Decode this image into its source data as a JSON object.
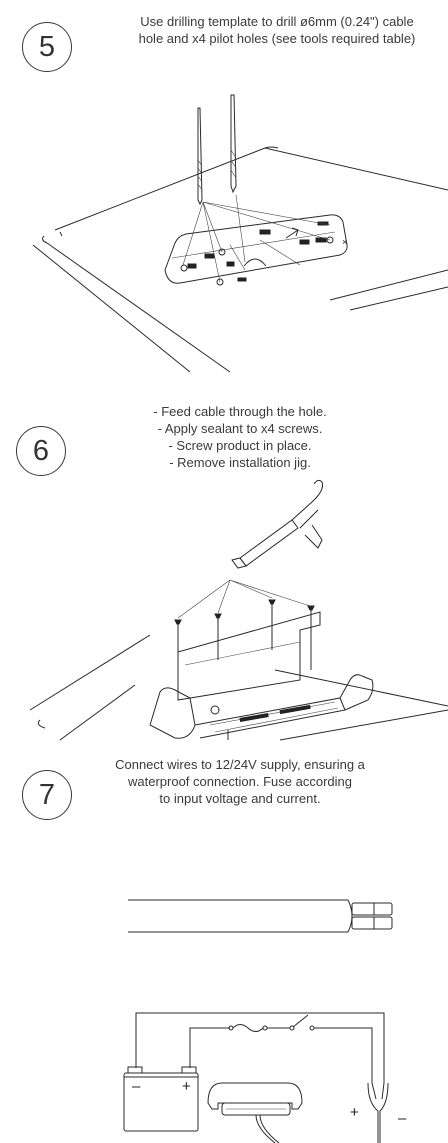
{
  "steps": [
    {
      "number": "5",
      "lines": [
        "Use drilling template to drill ø6mm (0.24\") cable",
        "hole and x4 pilot holes (see tools required table)"
      ]
    },
    {
      "number": "6",
      "lines": [
        "- Feed cable through the hole.",
        "- Apply sealant to x4 screws.",
        "- Screw product in place.",
        "- Remove installation jig."
      ]
    },
    {
      "number": "7",
      "lines": [
        "Connect wires to 12/24V supply, ensuring a",
        "waterproof connection. Fuse according",
        "to input voltage and current."
      ]
    }
  ],
  "wiring": {
    "battery_minus": "–",
    "battery_plus": "+",
    "output_plus": "+",
    "output_minus": "–"
  }
}
